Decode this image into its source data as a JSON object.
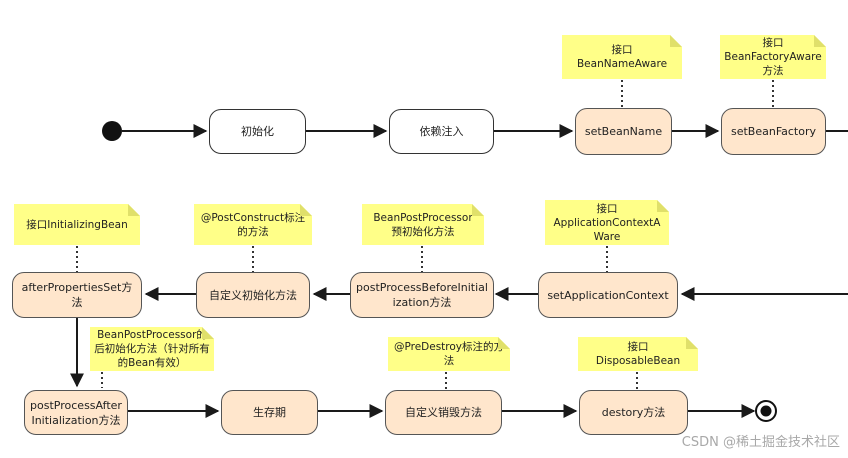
{
  "nodes": {
    "init": "初始化",
    "di": "依赖注入",
    "set_bean_name": "setBeanName",
    "set_bean_factory": "setBeanFactory",
    "set_app_context": "setApplicationContext",
    "post_before": "postProcessBeforeInitialization方法",
    "custom_init": "自定义初始化方法",
    "after_props": "afterPropertiesSet方法",
    "post_after": "postProcessAfterInitialization方法",
    "lifetime": "生存期",
    "custom_destroy": "自定义销毁方法",
    "destroy": "destory方法"
  },
  "notes": {
    "bean_name_aware": "接口\nBeanNameAware",
    "bean_factory_aware": "接口\nBeanFactoryAware方法",
    "app_context_aware": "接口\nApplicationContextAWare",
    "bpp_pre": "BeanPostProcessor\n预初始化方法",
    "post_construct": "@PostConstruct标注的方法",
    "initializing_bean": "接口InitializingBean",
    "bpp_post": "BeanPostProcessor的后初始化方法（针对所有的Bean有效）",
    "pre_destroy": "@PreDestroy标注的方法",
    "disposable_bean": "接口\nDisposableBean"
  },
  "watermark": "CSDN @稀土掘金技术社区"
}
